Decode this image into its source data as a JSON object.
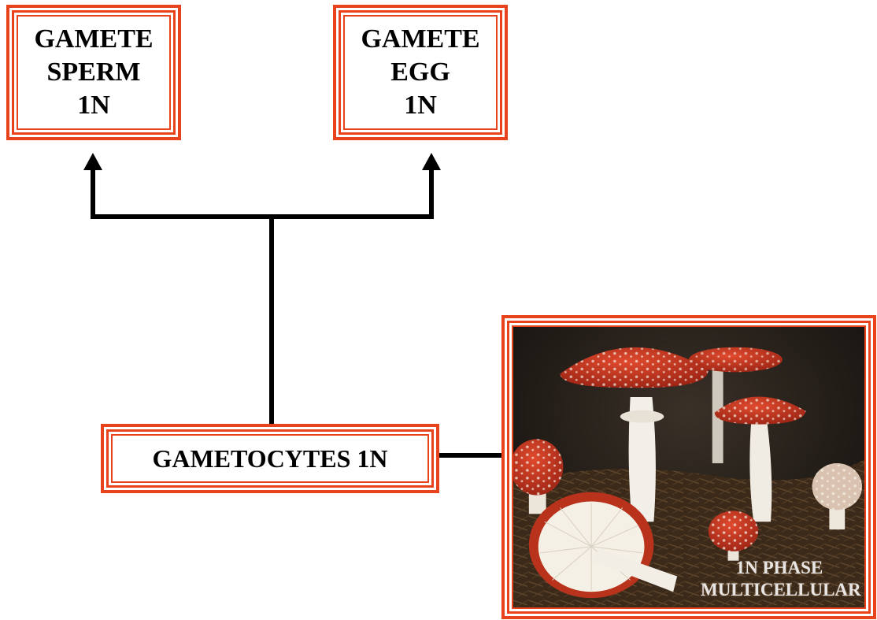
{
  "sperm_box": {
    "line1": "GAMETE",
    "line2": "SPERM",
    "line3": "1N"
  },
  "egg_box": {
    "line1": "GAMETE",
    "line2": "EGG",
    "line3": "1N"
  },
  "gametocytes_box": {
    "label": "GAMETOCYTES 1N"
  },
  "photo_box": {
    "subject": "red fly agaric mushrooms with white spots",
    "caption_line1": "1N PHASE",
    "caption_line2": "MULTICELLULAR"
  },
  "colors": {
    "frame": "#e8431c",
    "connector": "#000000",
    "cap_red": "#c8321e",
    "stem_white": "#f2efe8"
  },
  "icons": {
    "arrow_up": "arrow-up-icon"
  }
}
